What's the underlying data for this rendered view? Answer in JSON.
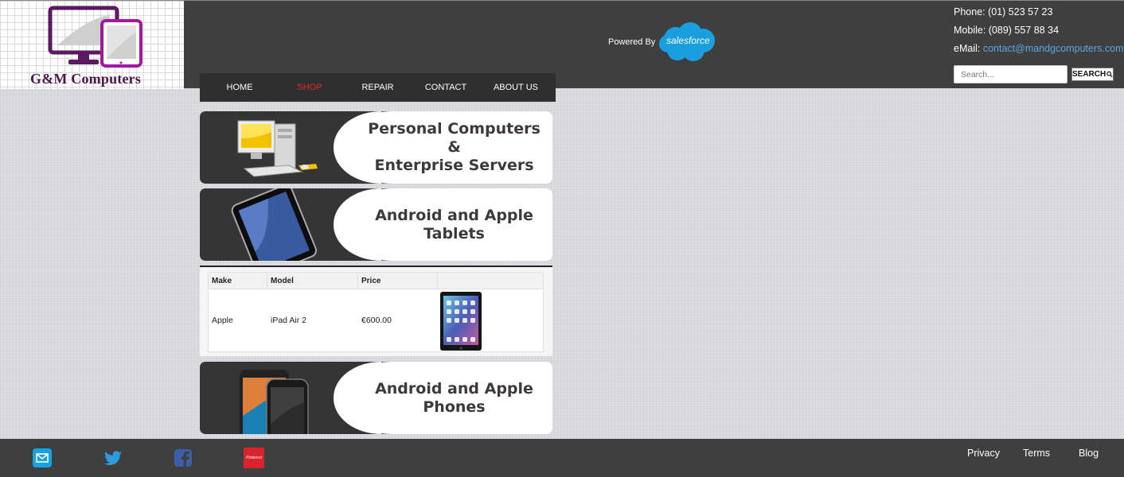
{
  "brand": {
    "name": "G&M Computers"
  },
  "powered_by": {
    "label": "Powered By",
    "service": "salesforce"
  },
  "contact": {
    "phone": "Phone: (01) 523 57 23",
    "mobile": "Mobile: (089) 557 88 34",
    "email_label": "eMail: ",
    "email_value": "contact@mandgcomputers.com"
  },
  "search": {
    "placeholder": "Search...",
    "button": "SEARCH"
  },
  "nav": {
    "items": [
      {
        "label": "HOME"
      },
      {
        "label": "SHOP"
      },
      {
        "label": "REPAIR"
      },
      {
        "label": "CONTACT"
      },
      {
        "label": "ABOUT US"
      }
    ],
    "active": "SHOP"
  },
  "banners": [
    {
      "title": "Personal Computers\n&\nEnterprise Servers",
      "icon": "desktop-computer"
    },
    {
      "title": "Android and Apple\nTablets",
      "icon": "tablet"
    },
    {
      "title": "Android and Apple\nPhones",
      "icon": "smartphones"
    }
  ],
  "product_table": {
    "headers": [
      "Make",
      "Model",
      "Price",
      ""
    ],
    "rows": [
      {
        "make": "Apple",
        "model": "iPad Air 2",
        "price": "€600.00",
        "image": "ipad"
      }
    ]
  },
  "footer": {
    "social": [
      "email-icon",
      "twitter-icon",
      "facebook-icon",
      "pinterest-icon"
    ],
    "pinterest_text": "Pinterest",
    "links": [
      "Privacy",
      "Terms",
      "Blog"
    ]
  },
  "colors": {
    "header_bg": "#3f3f3f",
    "nav_bg": "#2f2f2f",
    "nav_active": "#e02a2a",
    "logo_purple": "#5b1a5f",
    "logo_magenta": "#a2199f",
    "salesforce_blue": "#1a9fe0",
    "link_blue": "#5aa7e6"
  }
}
